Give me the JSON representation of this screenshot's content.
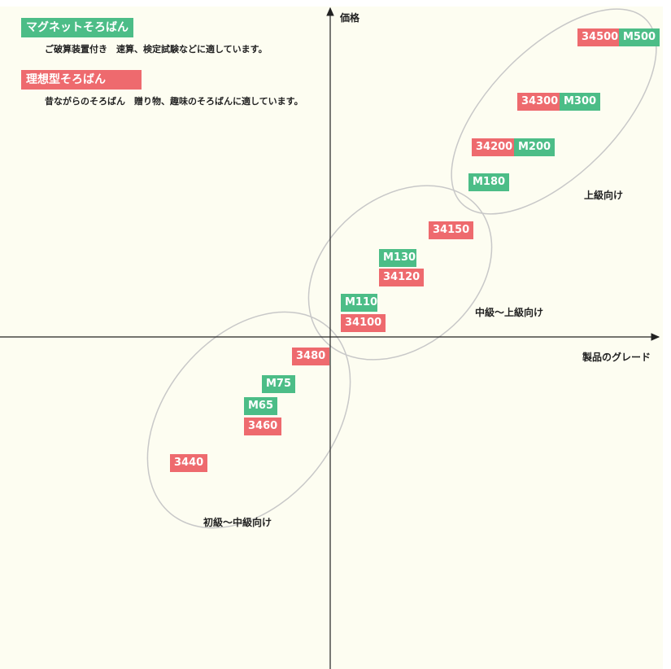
{
  "legend": [
    {
      "title": "マグネットそろばん",
      "desc": "ご破算装置付き　速算、検定試験などに適しています。",
      "color": "#4cbd87"
    },
    {
      "title": "理想型そろばん",
      "desc": "昔ながらのそろばん　贈り物、趣味のそろばんに適しています。",
      "color": "#ee6a6e"
    }
  ],
  "axes": {
    "y_label": "価格",
    "x_label": "製品のグレード"
  },
  "groups": [
    "上級向け",
    "中級〜上級向け",
    "初級〜中級向け"
  ],
  "products": [
    {
      "name": "34500",
      "type": "ideal"
    },
    {
      "name": "M500",
      "type": "magnet"
    },
    {
      "name": "34300",
      "type": "ideal"
    },
    {
      "name": "M300",
      "type": "magnet"
    },
    {
      "name": "34200",
      "type": "ideal"
    },
    {
      "name": "M200",
      "type": "magnet"
    },
    {
      "name": "M180",
      "type": "magnet"
    },
    {
      "name": "34150",
      "type": "ideal"
    },
    {
      "name": "M130",
      "type": "magnet"
    },
    {
      "name": "34120",
      "type": "ideal"
    },
    {
      "name": "M110",
      "type": "magnet"
    },
    {
      "name": "34100",
      "type": "ideal"
    },
    {
      "name": "3480",
      "type": "ideal"
    },
    {
      "name": "M75",
      "type": "magnet"
    },
    {
      "name": "M65",
      "type": "magnet"
    },
    {
      "name": "3460",
      "type": "ideal"
    },
    {
      "name": "3440",
      "type": "ideal"
    }
  ]
}
